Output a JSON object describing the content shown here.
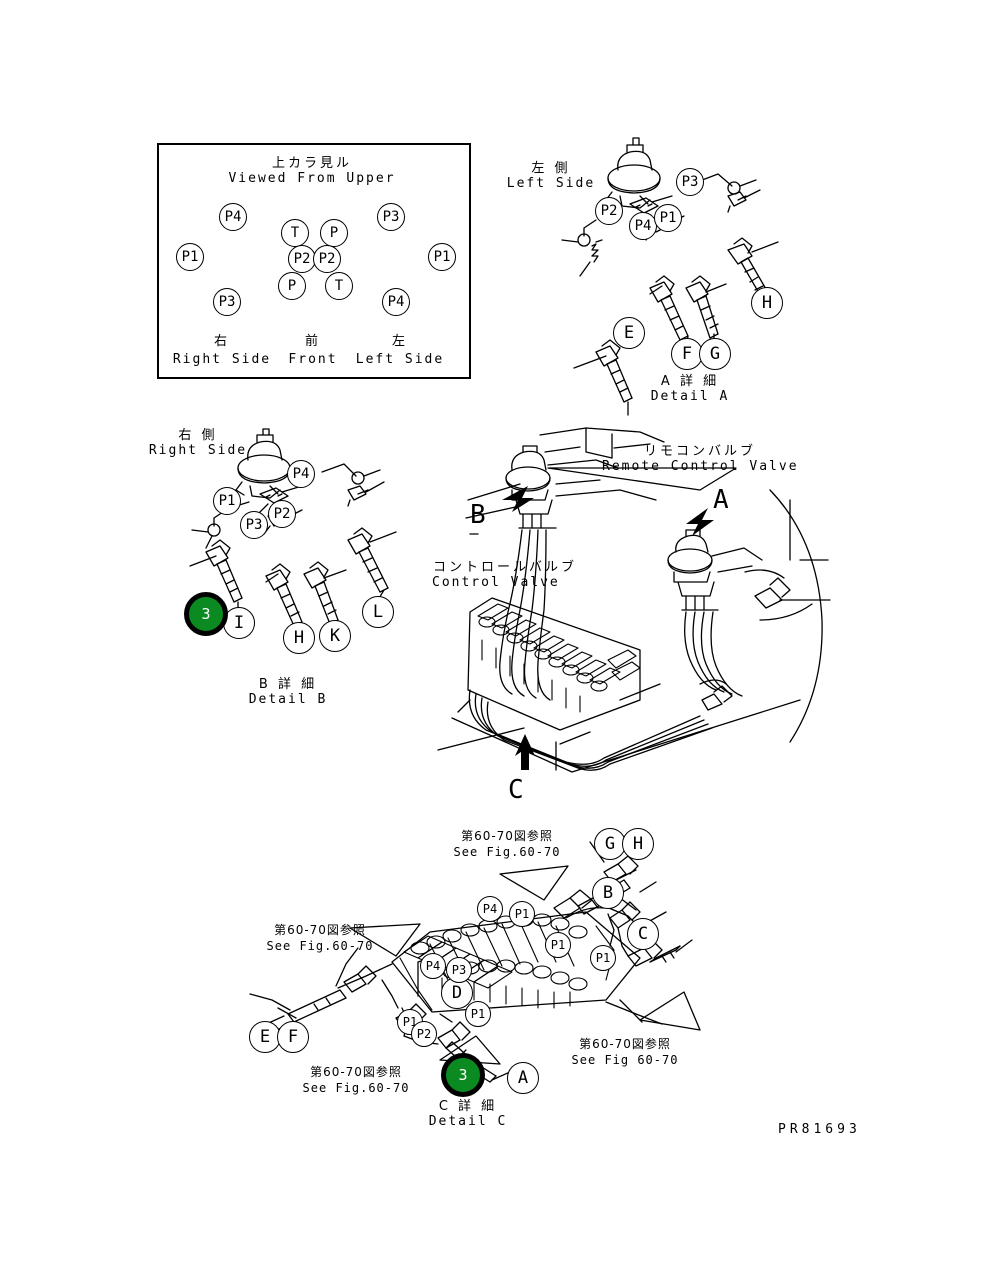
{
  "sheet": {
    "part_number": "PR81693",
    "background_color": "#ffffff",
    "line_color": "#000000",
    "marker_color": "#0a8a20"
  },
  "inset": {
    "title_jp": "上カラ見ル",
    "title_en": "Viewed From Upper",
    "bottom_left_jp": "右",
    "bottom_left_en": "Right Side",
    "bottom_center_jp": "前",
    "bottom_center_en": "Front",
    "bottom_right_jp": "左",
    "bottom_right_en": "Left Side",
    "left_group_ports": [
      "P4",
      "P1",
      "P3",
      "T",
      "P2",
      "P"
    ],
    "right_group_ports": [
      "P3",
      "P",
      "P2",
      "T",
      "P1",
      "P4"
    ]
  },
  "detail_a": {
    "side_jp": "左 側",
    "side_en": "Left Side",
    "caption_jp": "A 詳 細",
    "caption_en": "Detail A",
    "ports": [
      "P2",
      "P4",
      "P1",
      "P3"
    ],
    "callouts": [
      "E",
      "F",
      "G",
      "H"
    ]
  },
  "detail_b": {
    "side_jp": "右 側",
    "side_en": "Right Side",
    "caption_jp": "B 詳 細",
    "caption_en": "Detail B",
    "ports": [
      "P1",
      "P4",
      "P3",
      "P2"
    ],
    "callouts": [
      "I",
      "H",
      "K",
      "L"
    ],
    "marker": "3"
  },
  "main": {
    "remote_valve_jp": "リモコンバルブ",
    "remote_valve_en": "Remote Control Valve",
    "control_valve_jp": "コントロールバルブ",
    "control_valve_en": "Control Valve",
    "arrow_a": "A",
    "arrow_b": "B",
    "arrow_c": "C"
  },
  "detail_c": {
    "caption_jp": "C 詳 細",
    "caption_en": "Detail C",
    "marker": "3",
    "see_fig_jp": "第60-70図参照",
    "see_fig_en": "See Fig.60-70",
    "see_fig_en_alt": "See Fig 60-70",
    "references": [
      {
        "jp": "第60-70図参照",
        "en": "See Fig.60-70"
      },
      {
        "jp": "第60-70図参照",
        "en": "See Fig.60-70"
      },
      {
        "jp": "第60-70図参照",
        "en": "See Fig 60-70"
      },
      {
        "jp": "第60-70図参照",
        "en": "See Fig.60-70"
      }
    ],
    "callouts": [
      "G",
      "H",
      "B",
      "C",
      "A",
      "D",
      "E",
      "F"
    ],
    "ports": [
      "P4",
      "P1",
      "P1",
      "P1",
      "P4",
      "P3",
      "P1",
      "P1",
      "P2"
    ]
  }
}
